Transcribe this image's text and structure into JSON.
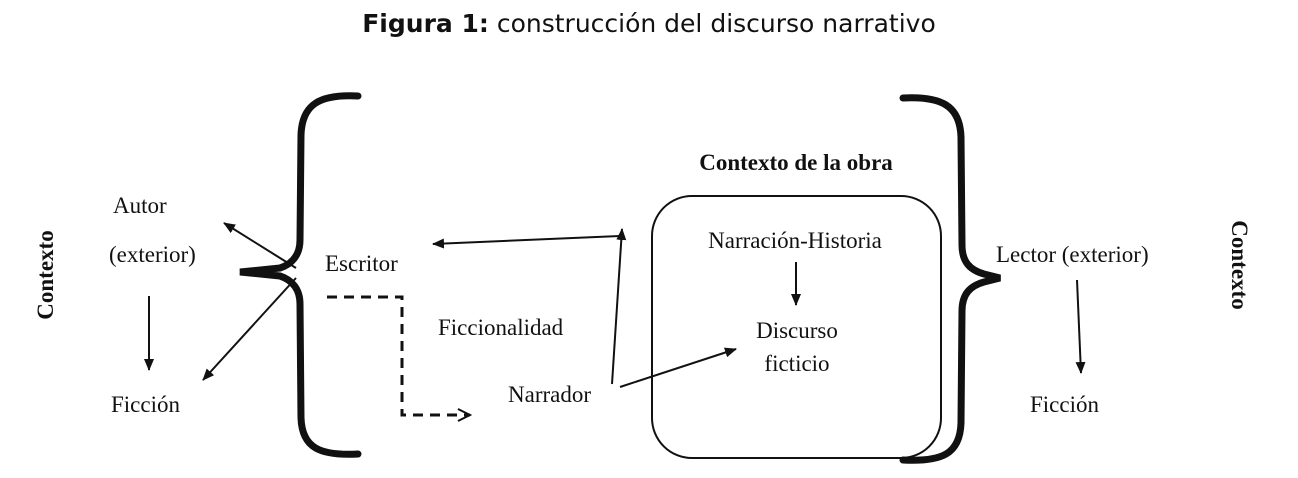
{
  "caption": {
    "prefix": "Figura 1:",
    "text": "construcción del discurso narrativo"
  },
  "labels": {
    "contexto_left": "Contexto",
    "contexto_right": "Contexto",
    "autor": "Autor",
    "exterior": "(exterior)",
    "ficcion_left": "Ficción",
    "escritor": "Escritor",
    "ficcionalidad": "Ficcionalidad",
    "narrador": "Narrador",
    "contexto_obra": "Contexto de la obra",
    "narracion_historia": "Narración-Historia",
    "discurso": "Discurso",
    "ficticio": "ficticio",
    "lector": "Lector (exterior)",
    "ficcion_right": "Ficción"
  }
}
